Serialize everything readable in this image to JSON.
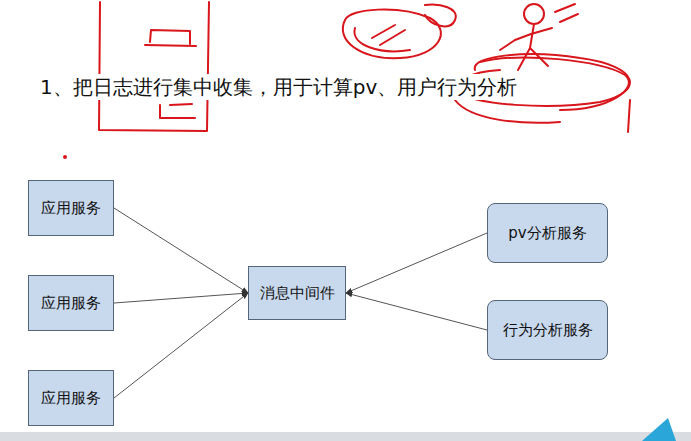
{
  "diagram": {
    "title": "1、把日志进行集中收集，用于计算pv、用户行为分析",
    "nodes": [
      {
        "text": [
          "应用服务"
        ]
      },
      {
        "text": [
          "应用服务"
        ]
      },
      {
        "text": [
          "应用服务"
        ]
      },
      {
        "text": [
          "消息中间件"
        ]
      },
      {
        "text": [
          "pv分析服务"
        ]
      },
      {
        "text": [
          "行为分析服务"
        ]
      }
    ],
    "edges": [
      {
        "from": 0,
        "to": 3,
        "arrow": "to"
      },
      {
        "from": 1,
        "to": 3,
        "arrow": "to"
      },
      {
        "from": 2,
        "to": 3,
        "arrow": "to"
      },
      {
        "from": 4,
        "to": 3,
        "arrow": "to"
      },
      {
        "from": 5,
        "to": 3,
        "arrow": "to"
      }
    ]
  }
}
